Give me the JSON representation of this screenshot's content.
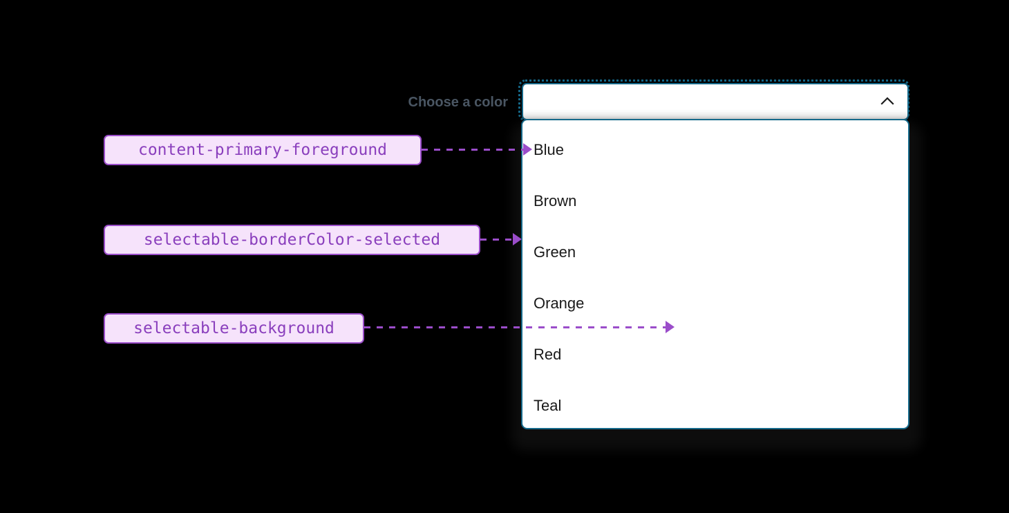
{
  "field": {
    "label": "Choose a color",
    "selected_value": "",
    "expand_icon": "chevron-up-icon",
    "expanded": true
  },
  "listbox": {
    "options": [
      {
        "label": "Blue"
      },
      {
        "label": "Brown"
      },
      {
        "label": "Green"
      },
      {
        "label": "Orange"
      },
      {
        "label": "Red"
      },
      {
        "label": "Teal"
      }
    ]
  },
  "tokens": [
    {
      "name": "content-primary-foreground"
    },
    {
      "name": "selectable-borderColor-selected"
    },
    {
      "name": "selectable-background"
    }
  ],
  "colors": {
    "background": "#000000",
    "token_text": "#8a3fbd",
    "token_fill": "#f6e3fb",
    "token_border": "#9b4dca",
    "connector": "#9b4dca",
    "control_border": "#15698a",
    "focus_ring": "#15698a",
    "surface": "#ffffff",
    "option_text": "#1a1a1a",
    "label_text": "#4a5663"
  }
}
